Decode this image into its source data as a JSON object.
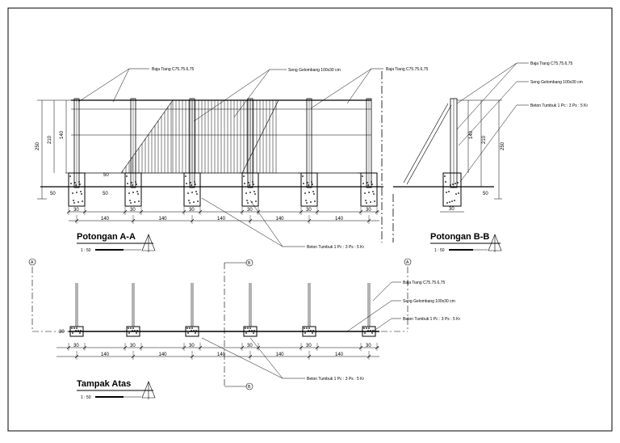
{
  "labels": {
    "baja_a": "Baja Tiang C75.75.6,75",
    "seng_a": "Seng Gelombang 100x30 cm",
    "baja_b": "Baja Tiang C75.75.6,75",
    "baja_bb": "Baja Tiang C75.75.6,75",
    "seng_bb": "Seng Gelombang 100x30 cm",
    "beton_bb": "Beton Tumbuk 1 Pc : 3 Ps : 5 Kr",
    "beton_a": "Beton Tumbuk 1 Pc : 3 Ps : 5 Kr",
    "baja_top": "Baja Tiang C75.75.6,75",
    "seng_top": "Seng Gelombang 100x30 cm",
    "beton_top": "Beton Tumbuk 1 Pc : 3 Ps : 5 Kr",
    "beton_top2": "Beton Tumbuk 1 Pc : 3 Ps : 5 Kr"
  },
  "titles": {
    "section_aa": "Potongan A-A",
    "section_bb": "Potongan B-B",
    "plan": "Tampak Atas",
    "scale_aa": "1 : 50",
    "scale_bb": "1 : 50",
    "scale_plan": "1 : 50"
  },
  "dims": {
    "h250": "250",
    "h210": "210",
    "h140": "140",
    "d50a": "50",
    "d50b": "50",
    "d50c": "50",
    "d30": "30",
    "span": "140",
    "bb140": "140",
    "bb210": "210",
    "bb250": "250",
    "bb50": "50",
    "bb30": "30"
  },
  "markers": {
    "a": "A",
    "b": "B"
  }
}
